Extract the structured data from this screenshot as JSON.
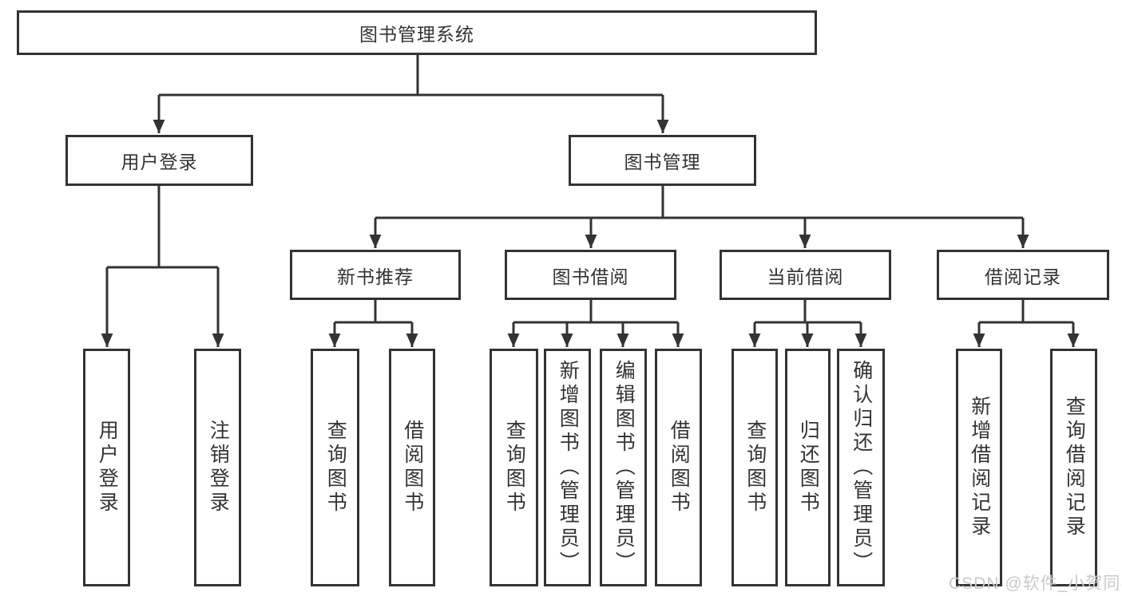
{
  "diagram": {
    "root": {
      "label": "图书管理系统",
      "children": [
        {
          "label": "用户登录",
          "children": [
            {
              "label": "用户登录"
            },
            {
              "label": "注销登录"
            }
          ]
        },
        {
          "label": "图书管理",
          "children": [
            {
              "label": "新书推荐",
              "children": [
                {
                  "label": "查询图书"
                },
                {
                  "label": "借阅图书"
                }
              ]
            },
            {
              "label": "图书借阅",
              "children": [
                {
                  "label": "查询图书"
                },
                {
                  "label": "新增图书（管理员）"
                },
                {
                  "label": "编辑图书（管理员）"
                },
                {
                  "label": "借阅图书"
                }
              ]
            },
            {
              "label": "当前借阅",
              "children": [
                {
                  "label": "查询图书"
                },
                {
                  "label": "归还图书"
                },
                {
                  "label": "确认归还（管理员）"
                }
              ]
            },
            {
              "label": "借阅记录",
              "children": [
                {
                  "label": "新增借阅记录"
                },
                {
                  "label": "查询借阅记录"
                }
              ]
            }
          ]
        }
      ]
    },
    "watermark": "CSDN @软件_小贺同学",
    "colors": {
      "line": "#333333",
      "text": "#333333",
      "watermark": "#c9c9c9",
      "background": "#ffffff"
    }
  }
}
